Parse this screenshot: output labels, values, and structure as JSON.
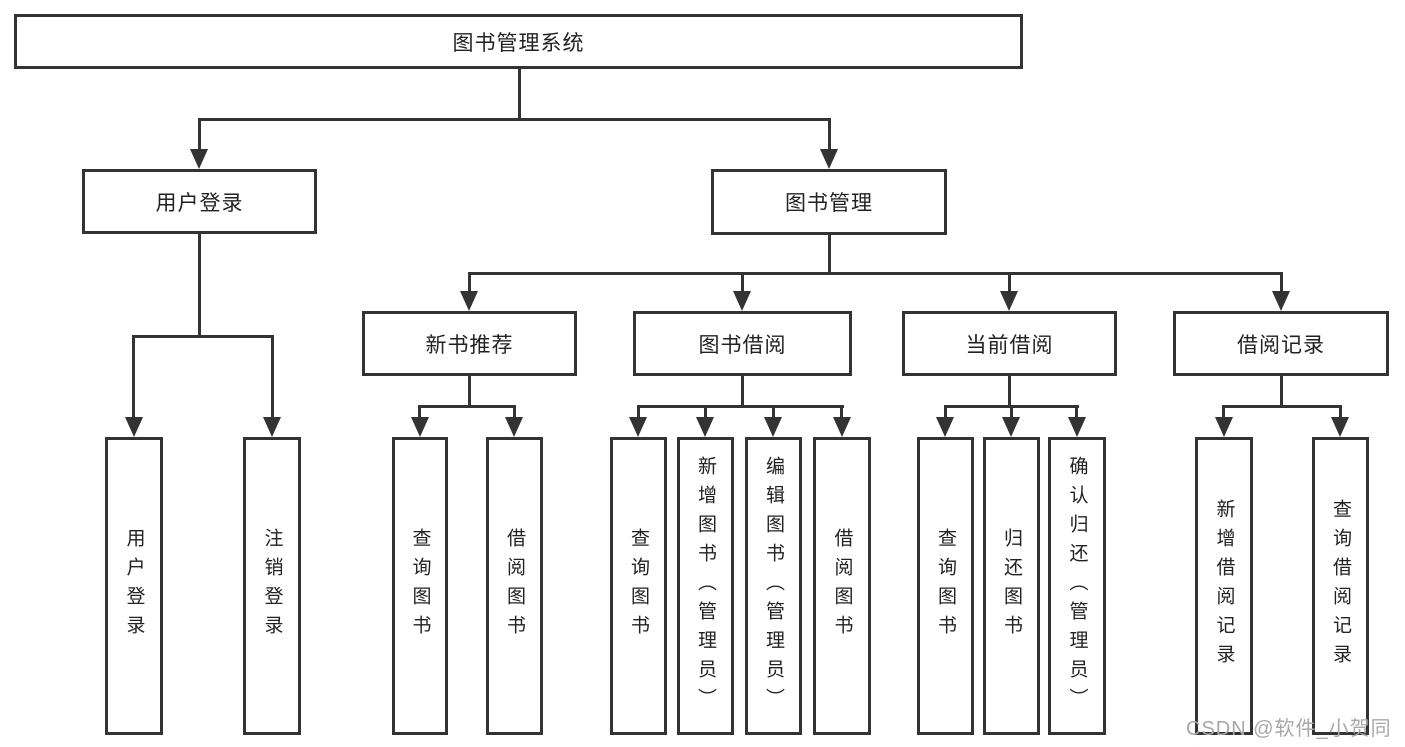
{
  "diagram": {
    "root": {
      "label": "图书管理系统"
    },
    "user_branch": {
      "label": "用户登录",
      "children": [
        {
          "label": "用户登录"
        },
        {
          "label": "注销登录"
        }
      ]
    },
    "mgmt_branch": {
      "label": "图书管理",
      "children": [
        {
          "label": "新书推荐",
          "children": [
            {
              "label": "查询图书"
            },
            {
              "label": "借阅图书"
            }
          ]
        },
        {
          "label": "图书借阅",
          "children": [
            {
              "label": "查询图书"
            },
            {
              "label": "新增图书（管理员）"
            },
            {
              "label": "编辑图书（管理员）"
            },
            {
              "label": "借阅图书"
            }
          ]
        },
        {
          "label": "当前借阅",
          "children": [
            {
              "label": "查询图书"
            },
            {
              "label": "归还图书"
            },
            {
              "label": "确认归还（管理员）"
            }
          ]
        },
        {
          "label": "借阅记录",
          "children": [
            {
              "label": "新增借阅记录"
            },
            {
              "label": "查询借阅记录"
            }
          ]
        }
      ]
    }
  },
  "watermark": {
    "text": "CSDN @软件_小贺同学"
  },
  "colors": {
    "line": "#333333",
    "box_border": "#333333",
    "text": "#222222",
    "background": "#ffffff",
    "watermark": "#a8a8a8"
  }
}
